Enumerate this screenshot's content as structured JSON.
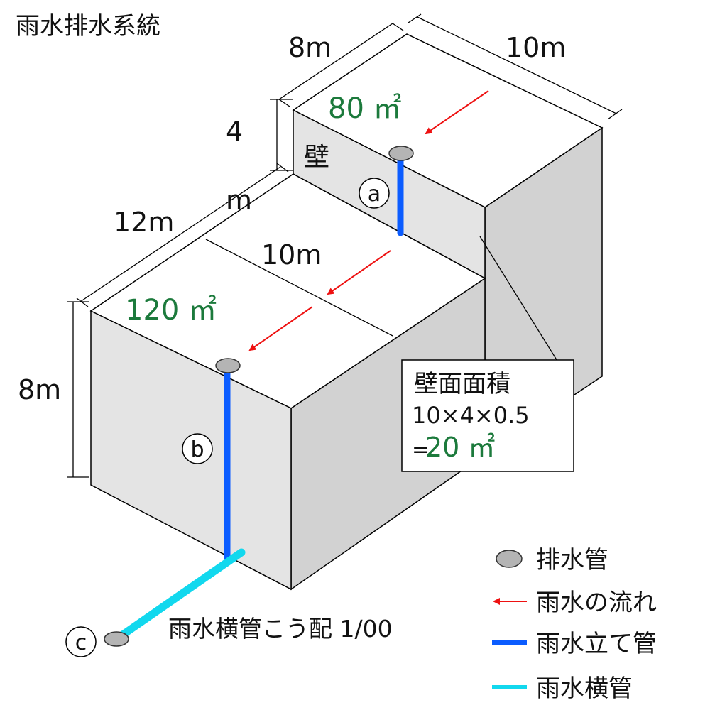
{
  "title": "雨水排水系統",
  "colors": {
    "roof_face": "#ffffff",
    "wall_face": "#e4e4e4",
    "side_face": "#d2d2d2",
    "outline": "#000000",
    "downpipe": "#0b5cff",
    "horizontal_pipe": "#12d8ee",
    "flow_arrow": "#ee1111",
    "area_text": "#1c7a3c",
    "drain": "#b4b4b4"
  },
  "dimensions": {
    "upper_width": "8m",
    "upper_length": "10m",
    "wall_height_value": "4",
    "wall_height_unit": "m",
    "lower_width": "12m",
    "lower_length": "10m",
    "lower_height": "8m"
  },
  "areas": {
    "upper_roof": "80 ㎡",
    "lower_roof": "120 ㎡"
  },
  "labels": {
    "wall": "壁",
    "point_a": "a",
    "point_b": "b",
    "point_c": "c",
    "slope_note": "雨水横管こう配 1/00"
  },
  "wall_area_box": {
    "title": "壁面面積",
    "formula": "10×4×0.5",
    "result_prefix": "=",
    "result": "20 ㎡"
  },
  "legend": [
    {
      "symbol": "drain",
      "label": "排水管"
    },
    {
      "symbol": "arrow",
      "label": "雨水の流れ"
    },
    {
      "symbol": "downpipe",
      "label": "雨水立て管"
    },
    {
      "symbol": "horizontal_pipe",
      "label": "雨水横管"
    }
  ]
}
